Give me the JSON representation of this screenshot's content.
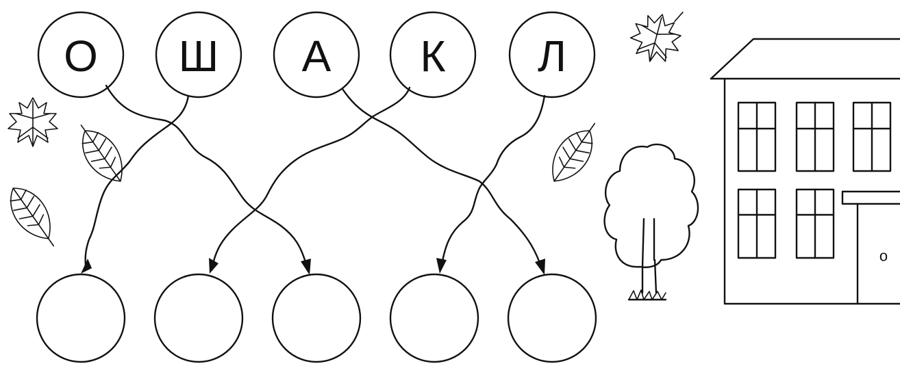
{
  "puzzle": {
    "letters": [
      "О",
      "Ш",
      "А",
      "К",
      "Л"
    ],
    "answer_circles": [
      "",
      "",
      "",
      "",
      ""
    ],
    "door_marker": "о"
  },
  "decorations": {
    "icons": [
      "maple-leaf-icon",
      "birch-leaf-icon",
      "tree-icon",
      "school-building-icon"
    ]
  }
}
